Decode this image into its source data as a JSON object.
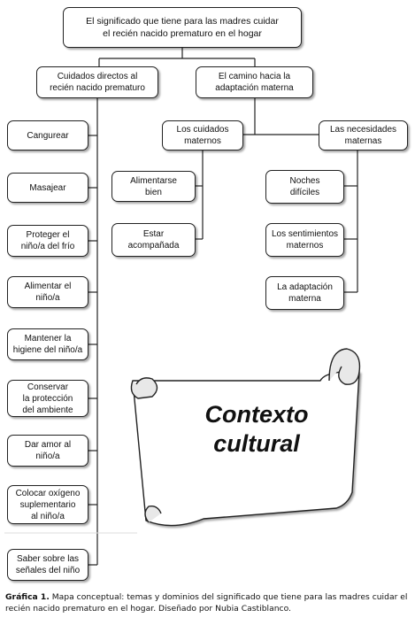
{
  "diagram": {
    "root": "El significado que tiene para las madres cuidar\nel recién nacido prematuro en el hogar",
    "branch_left": "Cuidados directos al\nrecién nacido prematuro",
    "branch_right": "El camino hacia la\nadaptación materna",
    "left_items": [
      "Cangurear",
      "Masajear",
      "Proteger el\nniño/a del frío",
      "Alimentar el\nniño/a",
      "Mantener la\nhigiene del niño/a",
      "Conservar\nla protección\ndel ambiente",
      "Dar amor al\nniño/a",
      "Colocar oxígeno\nsuplementario\nal niño/a",
      "Saber sobre las\nseñales del niño"
    ],
    "cuidados_maternos": "Los cuidados\nmaternos",
    "cuidados_items": [
      "Alimentarse\nbien",
      "Estar\nacompañada"
    ],
    "necesidades_maternas": "Las necesidades\nmaternas",
    "necesidades_items": [
      "Noches\ndifíciles",
      "Los sentimientos\nmaternos",
      "La adaptación\nmaterna"
    ],
    "scroll_text": "Contexto\ncultural"
  },
  "caption": {
    "label": "Gráfica 1.",
    "text": " Mapa conceptual: temas y dominios del significado que tiene para las madres cuidar el recién nacido prematuro en el hogar. Diseñado por Nubia Castiblanco."
  }
}
